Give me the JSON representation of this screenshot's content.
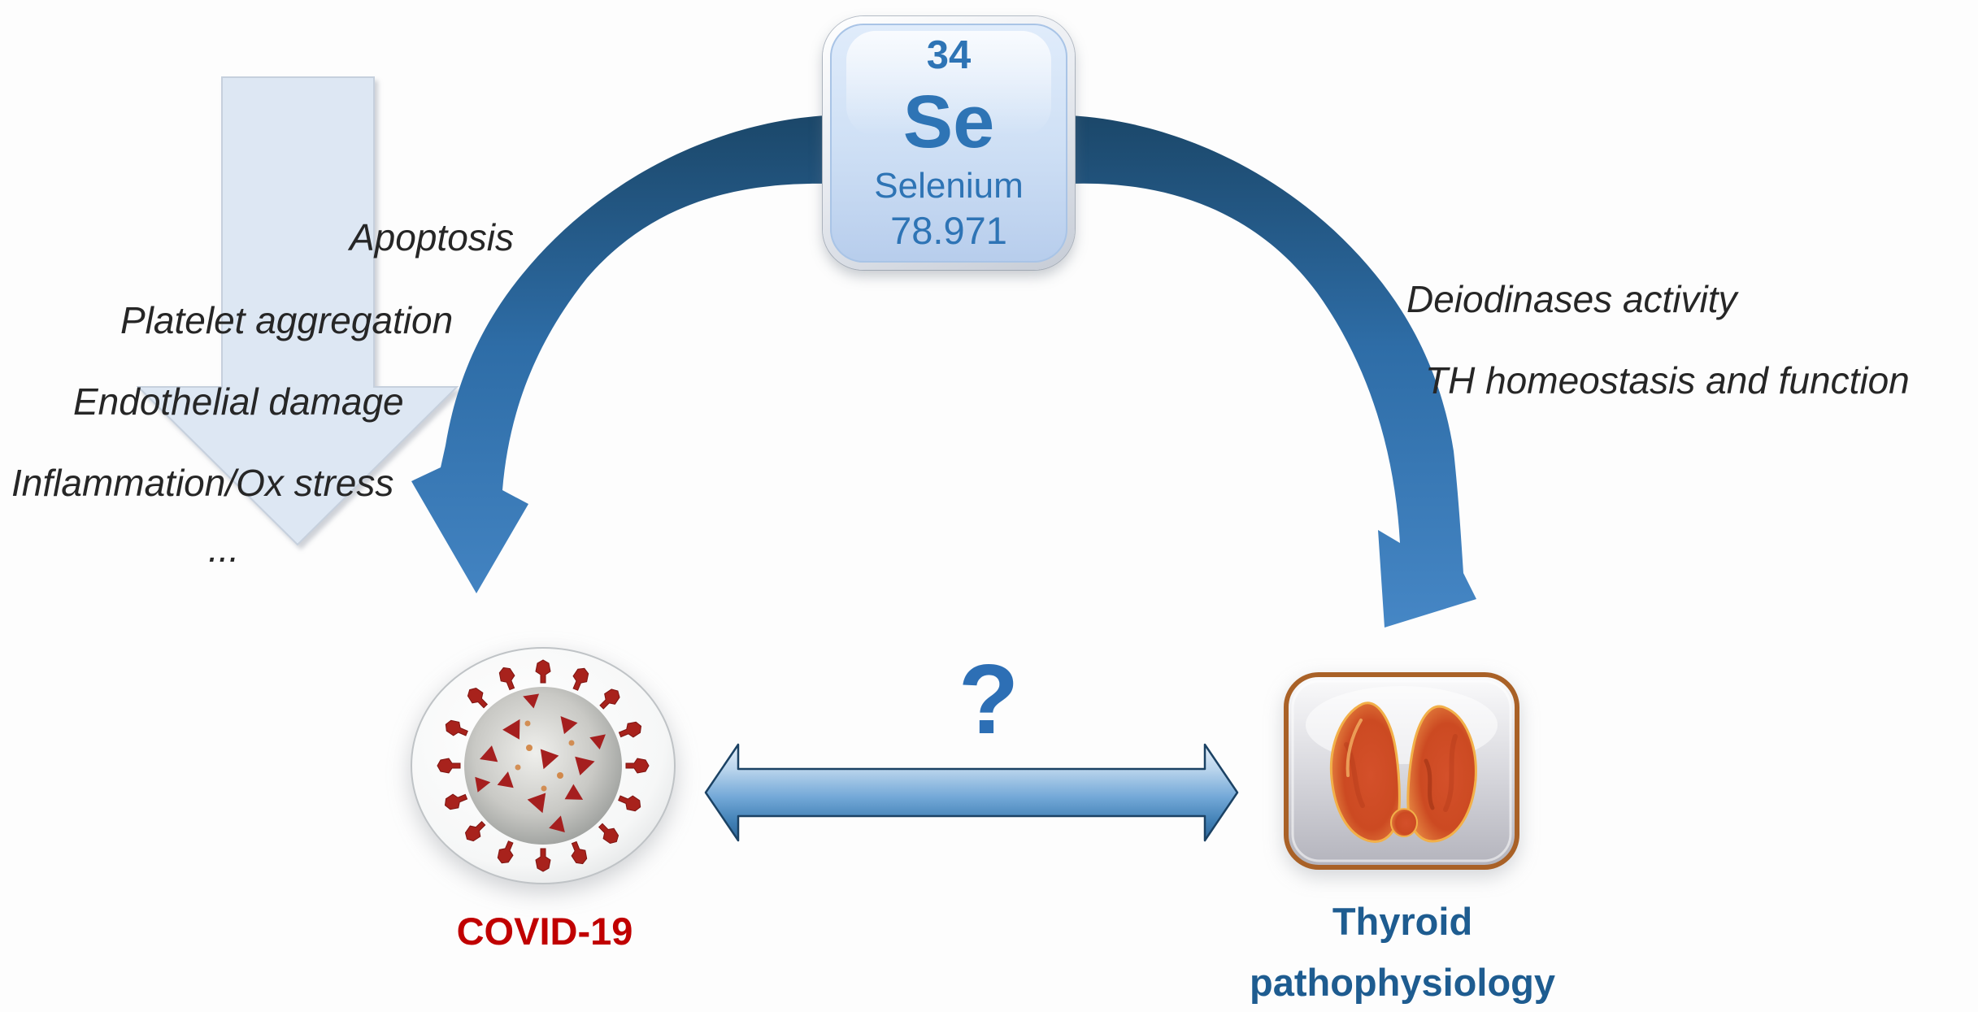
{
  "se_card": {
    "atomic_number": "34",
    "symbol": "Se",
    "element_name": "Selenium",
    "atomic_mass": "78.971"
  },
  "covid_effects": {
    "items": [
      "Apoptosis",
      "Platelet aggregation",
      "Endothelial damage",
      "Inflammation/Ox stress",
      "..."
    ]
  },
  "thyroid_effects": {
    "items": [
      "Deiodinases activity",
      "TH homeostasis and function"
    ]
  },
  "covid": {
    "label": "COVID-19"
  },
  "thyroid": {
    "label_line1": "Thyroid",
    "label_line2": "pathophysiology"
  },
  "link": {
    "question_mark": "?"
  },
  "icons": {
    "virus": "coronavirus-icon",
    "thyroid": "thyroid-gland-icon",
    "down_arrow": "down-arrow",
    "curved_left": "curved-arrow-left",
    "curved_right": "curved-arrow-right",
    "double_arrow": "double-headed-arrow"
  },
  "colors": {
    "se_text": "#2e74b5",
    "covid_label": "#c00000",
    "thyroid_label": "#1e5c90",
    "effects_text": "#262626",
    "arc_blue_dark": "#1b4769",
    "arc_blue": "#4687c6",
    "double_arrow_blue": "#4180b5",
    "down_arrow_fill": "#dde7f3",
    "question_mark": "#2d6fb5",
    "virus_red": "#a8221c",
    "thyroid_orange": "#cc4a22"
  }
}
